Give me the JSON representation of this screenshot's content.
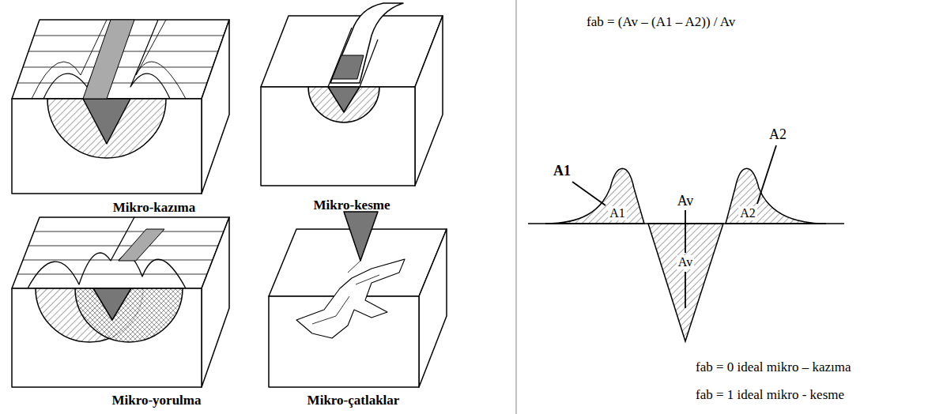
{
  "diagram": {
    "labels": [
      "Mikro-kazıma",
      "Mikro-kesme",
      "Mikro-yorulma",
      "Mikro-çatlaklar",
      "fab = (Av – (A1 – A2)) / Av",
      "A1",
      "Av",
      "A2",
      "A1",
      "Av",
      "A2",
      "fab = 0 ideal mikro – kazıma",
      "fab = 1 ideal mikro - kesme"
    ]
  }
}
